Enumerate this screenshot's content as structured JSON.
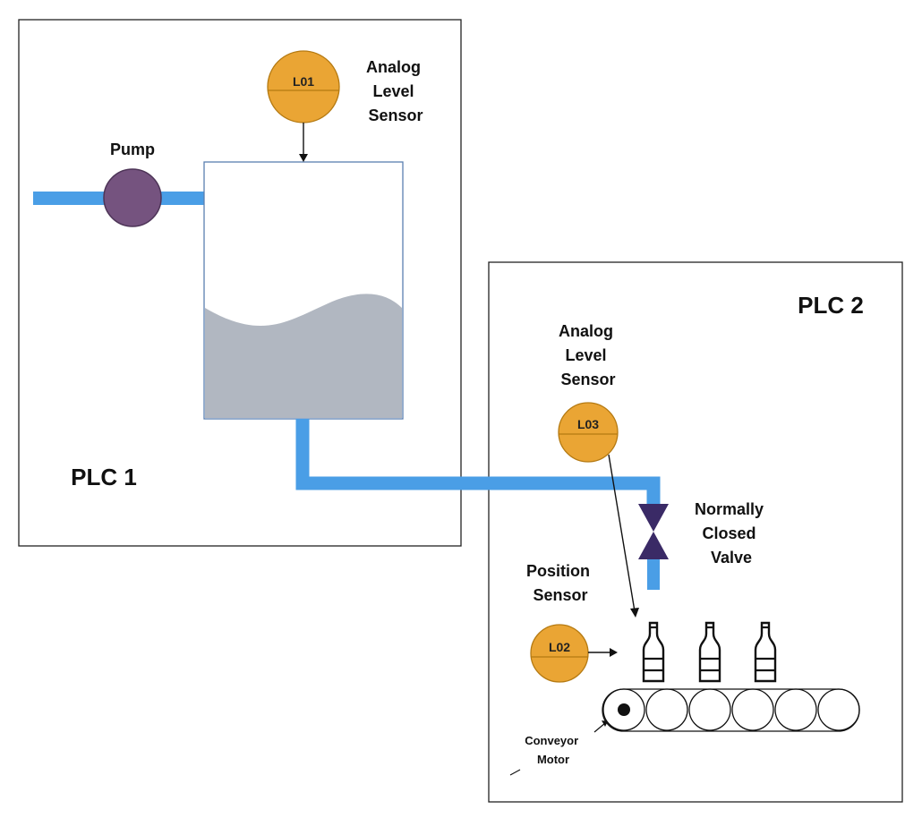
{
  "plc1": {
    "label": "PLC 1"
  },
  "plc2": {
    "label": "PLC 2"
  },
  "pump": {
    "label": "Pump"
  },
  "sensors": {
    "l01": {
      "tag": "L01",
      "label_lines": [
        "Analog",
        "Level",
        "Sensor"
      ]
    },
    "l03": {
      "tag": "L03",
      "label_lines": [
        "Analog",
        "Level",
        "Sensor"
      ]
    },
    "l02": {
      "tag": "L02",
      "label_lines": [
        "Position",
        "Sensor"
      ]
    }
  },
  "valve": {
    "label_lines": [
      "Normally",
      "Closed",
      "Valve"
    ]
  },
  "conveyor": {
    "label_lines": [
      "Conveyor",
      "Motor"
    ]
  },
  "colors": {
    "pipe": "#4a9ee6",
    "sensor_fill": "#eaa534",
    "sensor_stroke": "#b57a12",
    "pump_fill": "#75537f",
    "valve_fill": "#3a2a66",
    "liquid": "#b1b7c1",
    "tank_border": "#5b7fb0"
  }
}
